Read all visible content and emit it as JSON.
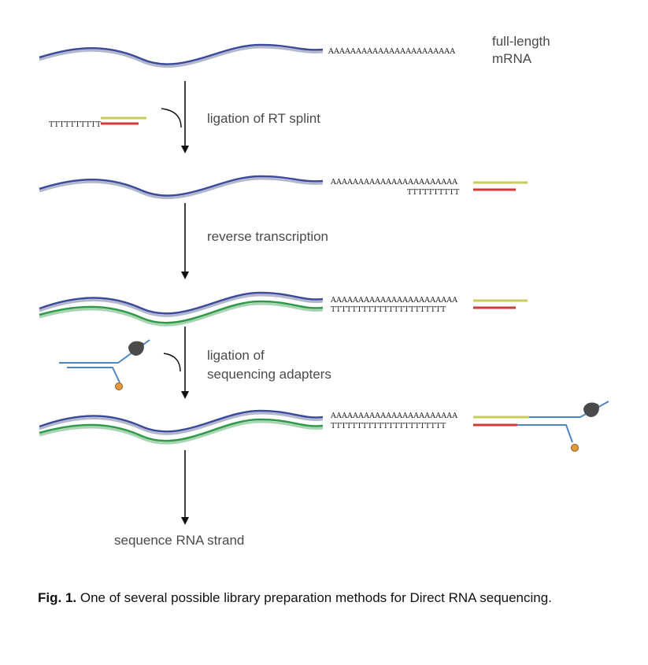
{
  "labels": {
    "full_length_1": "full-length",
    "full_length_2": "mRNA",
    "ligation_rt": "ligation of RT splint",
    "reverse_transcription": "reverse transcription",
    "ligation_adapters_1": "ligation of",
    "ligation_adapters_2": "sequencing adapters",
    "sequence_rna": "sequence RNA strand"
  },
  "sequences": {
    "polya": "AAAAAAAAAAAAAAAAAAAAAAA",
    "polyt_short": "TTTTTTTTTT",
    "polyt_long": "TTTTTTTTTTTTTTTTTTTTTT"
  },
  "caption": {
    "fig": "Fig. 1.",
    "text": " One of several possible library preparation methods for Direct RNA sequencing."
  },
  "colors": {
    "rna": "#3b4a9a",
    "rna_shadow": "#b3b7cc",
    "cdna": "#2e9a48",
    "cdna_shadow": "#a9d4b3",
    "splint_yellow": "#c7cc5a",
    "splint_red": "#d23a3a",
    "adapter": "#4d86c2",
    "motor": "#4a4a4a",
    "tether": "#e59a3c",
    "arrow": "#111111"
  }
}
